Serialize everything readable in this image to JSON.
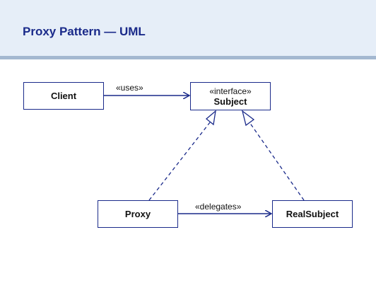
{
  "header": {
    "title": "Proxy Pattern — UML"
  },
  "classes": {
    "client": {
      "name": "Client"
    },
    "subject": {
      "stereotype": "«interface»",
      "name": "Subject"
    },
    "proxy": {
      "name": "Proxy"
    },
    "real_subject": {
      "name": "RealSubject"
    }
  },
  "relations": {
    "uses_label": "«uses»",
    "delegates_label": "«delegates»"
  },
  "colors": {
    "accent": "#1a2a8a",
    "header_bg": "#e6eef8",
    "header_rule": "#a4b8d0"
  }
}
